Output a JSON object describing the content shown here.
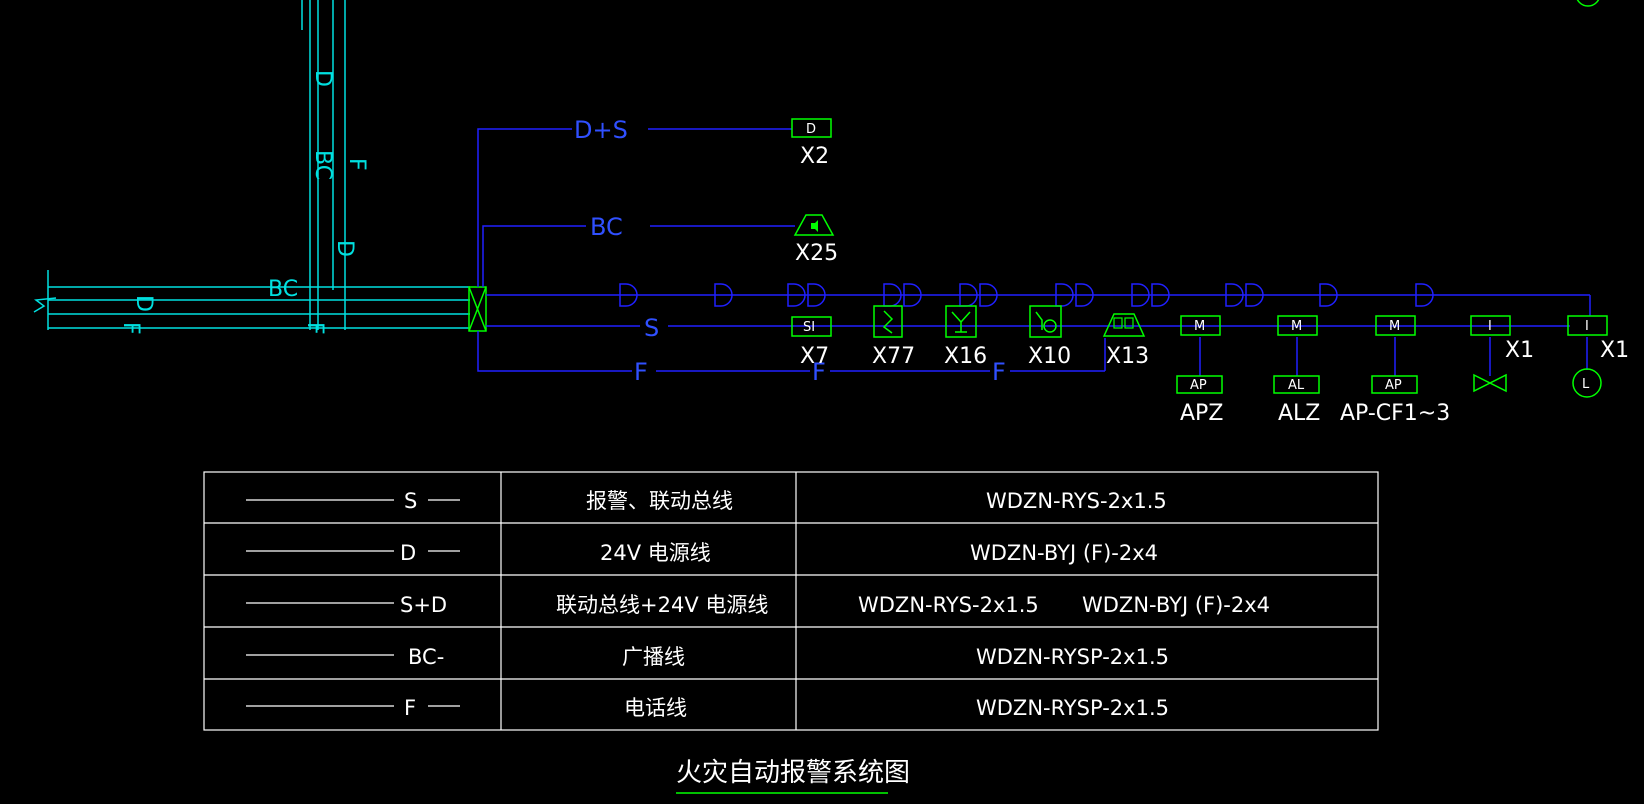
{
  "diagram": {
    "title": "火灾自动报警系统图",
    "line_labels": {
      "d_plus_s": "D+S",
      "bc": "BC",
      "s": "S",
      "f": "F",
      "d": "D"
    },
    "top_devices": [
      {
        "box": "D",
        "label": "X2"
      },
      {
        "box": "",
        "label": "X25"
      }
    ],
    "bus_devices": [
      {
        "box": "SI",
        "label": "X7"
      },
      {
        "box": "",
        "label": "X77"
      },
      {
        "box": "",
        "label": "X16"
      },
      {
        "box": "",
        "label": "X10"
      },
      {
        "box": "",
        "label": "X13"
      }
    ],
    "modules": [
      {
        "box": "M",
        "sub": "AP",
        "label": "APZ"
      },
      {
        "box": "M",
        "sub": "AL",
        "label": "ALZ"
      },
      {
        "box": "M",
        "sub": "AP",
        "label": "AP-CF1~3"
      },
      {
        "box": "I",
        "sub": "",
        "label": "X1"
      },
      {
        "box": "I",
        "sub": "L",
        "label": "X1"
      }
    ]
  },
  "legend_table": {
    "rows": [
      {
        "symbol": "S",
        "name": "报警、联动总线",
        "spec": "WDZN-RYS-2x1.5"
      },
      {
        "symbol": "D",
        "name": "24V 电源线",
        "spec": "WDZN-BYJ   (F)-2x4"
      },
      {
        "symbol": "S+D",
        "name": "联动总线+24V 电源线",
        "spec": "WDZN-RYS-2x1.5",
        "spec2": "WDZN-BYJ   (F)-2x4"
      },
      {
        "symbol": "BC-",
        "name": "广播线",
        "spec": "WDZN-RYSP-2x1.5"
      },
      {
        "symbol": "F",
        "name": "电话线",
        "spec": "WDZN-RYSP-2x1.5"
      }
    ]
  },
  "colors": {
    "background": "#000000",
    "bus_line": "#2020ff",
    "riser_line": "#00e0e0",
    "device": "#00ff00",
    "text": "#ffffff",
    "title_underline": "#00c000"
  }
}
